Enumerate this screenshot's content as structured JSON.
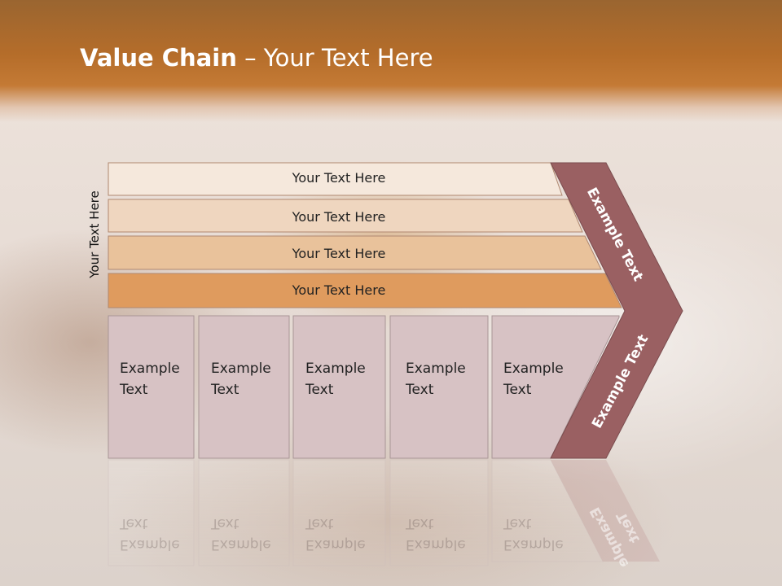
{
  "slide": {
    "title_bold": "Value Chain",
    "title_rest": " – Your Text Here",
    "side_label": "Your Text Here"
  },
  "rows": [
    {
      "label": "Your Text Here",
      "color": "#f5e8dc"
    },
    {
      "label": "Your Text Here",
      "color": "#efd6bf"
    },
    {
      "label": "Your Text Here",
      "color": "#e9c29b"
    },
    {
      "label": "Your Text Here",
      "color": "#df9b5e"
    }
  ],
  "boxes": [
    {
      "label": "Example\nText"
    },
    {
      "label": "Example\nText"
    },
    {
      "label": "Example\nText"
    },
    {
      "label": "Example\nText"
    },
    {
      "label": "Example\nText"
    }
  ],
  "chevron": {
    "top_label": "Example Text",
    "bottom_label": "Example Text",
    "color": "#9a6062"
  },
  "colors": {
    "box_fill": "#d7c2c4",
    "box_border": "#a89596",
    "header": "#b56d2a"
  }
}
